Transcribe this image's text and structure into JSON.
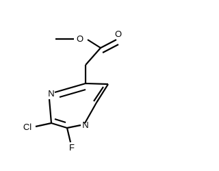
{
  "molecule": {
    "atoms": {
      "o_carbonyl": "O",
      "o_ester": "O",
      "n1": "N",
      "n4": "N",
      "cl": "Cl",
      "f": "F"
    }
  },
  "colors": {
    "bond": "#000000",
    "label": "#000000",
    "background": "#ffffff"
  }
}
